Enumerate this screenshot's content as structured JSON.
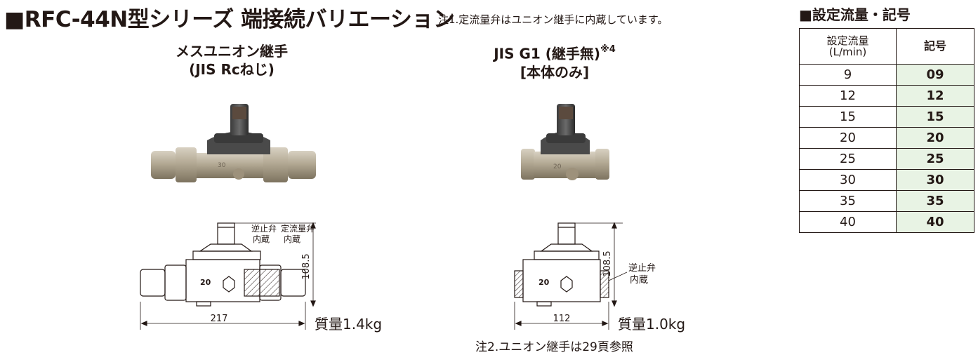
{
  "page_title": "■RFC-44N型シリーズ 端接続バリエーション",
  "note1": "注1.定流量弁はユニオン継手に内蔵しています。",
  "products": [
    {
      "title_line1": "メスユニオン継手",
      "title_line2": "(JIS Rcねじ)",
      "badge": "30",
      "drawing": {
        "dim_width": "217",
        "dim_height": "108.5",
        "label_check": [
          "逆止弁",
          "内蔵"
        ],
        "label_flow": [
          "定流量弁",
          "内蔵"
        ],
        "body_mark": "20"
      },
      "weight": "質量1.4kg"
    },
    {
      "title_line1": "JIS G1 (継手無)",
      "title_sup": "※4",
      "title_line2": "[本体のみ]",
      "badge": "20",
      "drawing": {
        "dim_width": "112",
        "dim_height": "108.5",
        "label_check": [
          "逆止弁",
          "内蔵"
        ],
        "body_mark": "20"
      },
      "weight": "質量1.0kg"
    }
  ],
  "note2": "注2.ユニオン継手は29頁参照",
  "table": {
    "title": "■設定流量・記号",
    "header_flow_line1": "設定流量",
    "header_flow_line2": "(L/min)",
    "header_symbol": "記号",
    "rows": [
      {
        "flow": "9",
        "symbol": "09"
      },
      {
        "flow": "12",
        "symbol": "12"
      },
      {
        "flow": "15",
        "symbol": "15"
      },
      {
        "flow": "20",
        "symbol": "20"
      },
      {
        "flow": "25",
        "symbol": "25"
      },
      {
        "flow": "30",
        "symbol": "30"
      },
      {
        "flow": "35",
        "symbol": "35"
      },
      {
        "flow": "40",
        "symbol": "40"
      }
    ],
    "symbol_fill_color": "#e8f3e4"
  }
}
